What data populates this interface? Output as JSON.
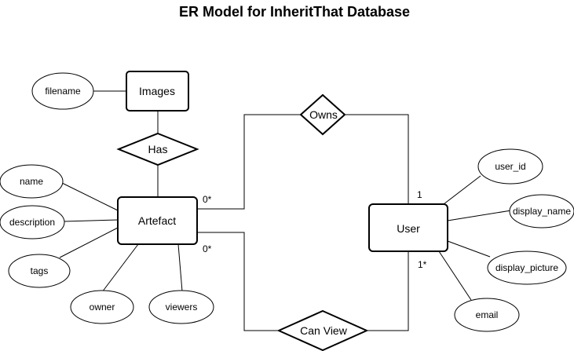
{
  "title": "ER Model for InheritThat Database",
  "entities": {
    "images": "Images",
    "artefact": "Artefact",
    "user": "User"
  },
  "relationships": {
    "has": "Has",
    "owns": "Owns",
    "can_view": "Can View"
  },
  "attributes": {
    "filename": "filename",
    "name": "name",
    "description": "description",
    "tags": "tags",
    "owner": "owner",
    "viewers": "viewers",
    "user_id": "user_id",
    "display_name": "display_name",
    "display_picture": "display_picture",
    "email": "email"
  },
  "cardinalities": {
    "artefact_owns": "0*",
    "user_owns": "1",
    "artefact_canview": "0*",
    "user_canview": "1*"
  },
  "colors": {
    "stroke": "#000000",
    "fill": "#ffffff",
    "text": "#000000"
  }
}
